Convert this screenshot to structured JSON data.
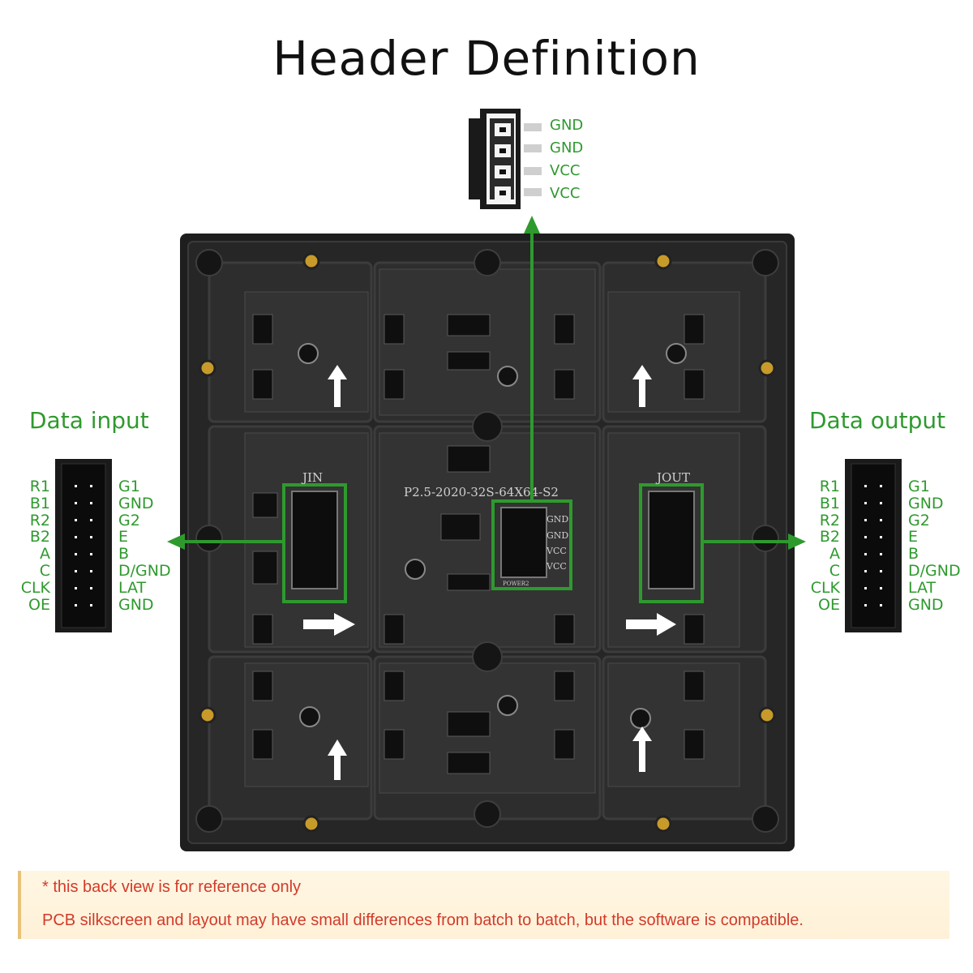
{
  "title": "Header Definition",
  "power_header": {
    "pins": [
      "GND",
      "GND",
      "VCC",
      "VCC"
    ]
  },
  "data_input": {
    "label": "Data input",
    "left_pins": [
      "R1",
      "B1",
      "R2",
      "B2",
      "A",
      "C",
      "CLK",
      "OE"
    ],
    "right_pins": [
      "G1",
      "GND",
      "G2",
      "E",
      "B",
      "D/GND",
      "LAT",
      "GND"
    ]
  },
  "data_output": {
    "label": "Data output",
    "left_pins": [
      "R1",
      "B1",
      "R2",
      "B2",
      "A",
      "C",
      "CLK",
      "OE"
    ],
    "right_pins": [
      "G1",
      "GND",
      "G2",
      "E",
      "B",
      "D/GND",
      "LAT",
      "GND"
    ]
  },
  "board": {
    "model": "P2.5-2020-32S-64X64-S2",
    "jin_label": "JIN",
    "jout_label": "JOUT",
    "power_silkscreen": [
      "GND",
      "GND",
      "VCC",
      "VCC"
    ],
    "power_caption": "POWER2"
  },
  "note": {
    "line1": "* this back view is for reference only",
    "line2": "PCB silkscreen and layout may have small differences from batch to batch, but the software is compatible."
  },
  "colors": {
    "accent": "#2e9a2e",
    "board": "#1c1c1c",
    "note_text": "#d23a2a"
  }
}
